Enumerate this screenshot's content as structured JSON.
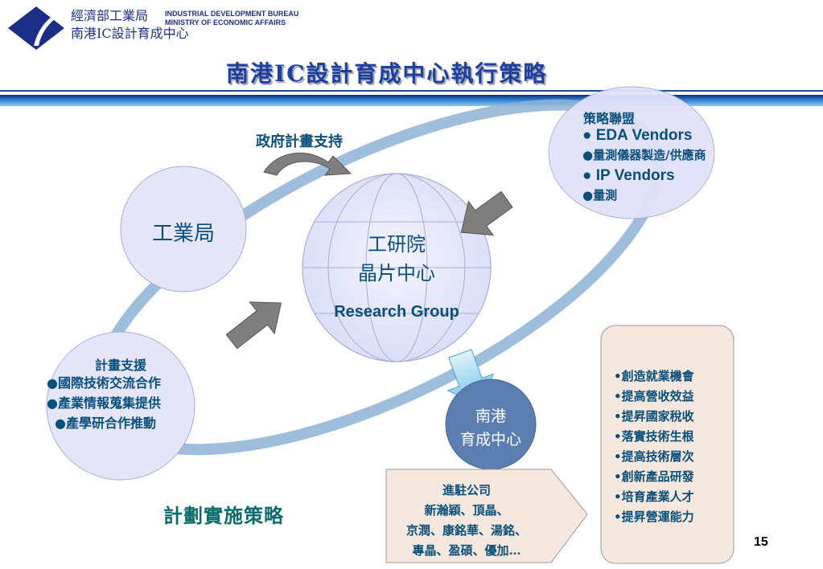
{
  "header": {
    "org_cn_1": "經濟部工業局",
    "org_cn_2": "南港IC設計育成中心",
    "org_en_1": "INDUSTRIAL DEVELOPMENT BUREAU",
    "org_en_2": "MINISTRY OF ECONOMIC AFFAIRS",
    "title": "南港IC設計育成中心執行策略"
  },
  "diagram": {
    "gov_support": "政府計畫支持",
    "idb": "工業局",
    "center_line1": "工研院",
    "center_line2": "晶片中心",
    "center_line3": "Research Group",
    "alliance": {
      "heading": "策略聯盟",
      "items": [
        "● EDA Vendors",
        "●量測儀器製造/供應商",
        "● IP Vendors",
        "●量測"
      ]
    },
    "plan": {
      "heading": "計畫支援",
      "items": [
        "●國際技術交流合作",
        "●產業情報蒐集提供",
        "●產學研合作推動"
      ]
    },
    "incubator_line1": "南港",
    "incubator_line2": "育成中心",
    "companies": {
      "heading": "進駐公司",
      "lines": [
        "新瀚穎、頂晶、",
        "京潤、康銘華、湯銘、",
        "專晶、盈碩、優加…"
      ]
    },
    "benefits": [
      "•創造就業機會",
      "•提高營收效益",
      "•提昇國家稅收",
      "•落實技術生根",
      "•提高技術層次",
      "•創新產品研發",
      "•培育產業人才",
      "•提昇營運能力"
    ],
    "strategy_label": "計劃實施策略"
  },
  "page_number": "15",
  "colors": {
    "navy": "#1b2f86",
    "title_blue": "#1f3f9c",
    "teal_text": "#0a4f7a",
    "circle_fill": "#e6e6fb",
    "incubator_fill": "#5a7fb0",
    "benefits_fill": "#f6e8de"
  }
}
